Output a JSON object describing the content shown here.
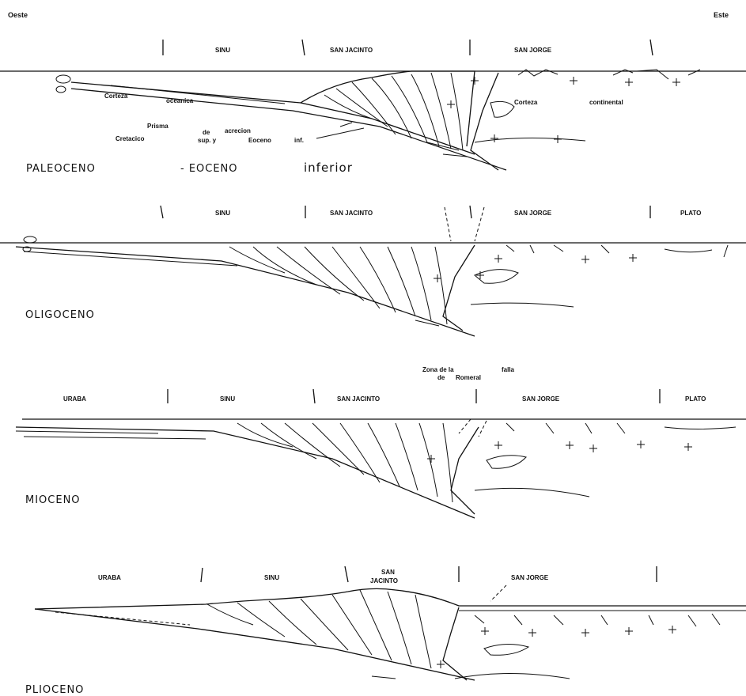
{
  "corner_labels": {
    "west": "Oeste",
    "east": "Este"
  },
  "panels": [
    {
      "epoch": "PALEOCENO",
      "epoch_suffix": "- EOCENO",
      "epoch_tail": "inferior",
      "zones": [
        "SINU",
        "SAN JACINTO",
        "SAN JORGE"
      ],
      "notes": {
        "oceanic_crust_1": "Corteza",
        "oceanic_crust_2": "oceanica",
        "prism_1": "Prisma",
        "prism_2": "de",
        "prism_3": "acrecion",
        "prism_4": "Cretacico",
        "prism_5": "sup. y",
        "prism_6": "Eoceno",
        "prism_7": "inf.",
        "continental_1": "Corteza",
        "continental_2": "continental"
      }
    },
    {
      "epoch": "OLIGOCENO",
      "zones": [
        "SINU",
        "SAN JACINTO",
        "SAN JORGE",
        "PLATO"
      ]
    },
    {
      "epoch": "MIOCENO",
      "zones": [
        "URABA",
        "SINU",
        "SAN JACINTO",
        "SAN JORGE",
        "PLATO"
      ],
      "notes": {
        "fault_zone_1": "Zona de la",
        "fault_zone_2": "falla",
        "fault_zone_3": "de",
        "fault_zone_4": "Romeral"
      }
    },
    {
      "epoch": "PLIOCENO",
      "zones": [
        "URABA",
        "SINU",
        "SAN",
        "JACINTO",
        "SAN JORGE"
      ]
    }
  ]
}
